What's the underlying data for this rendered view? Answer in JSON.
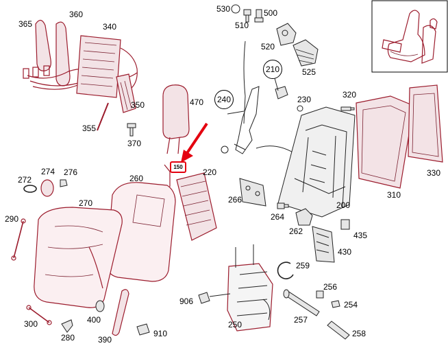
{
  "accent_color": "#e4000f",
  "line_color": "#9b1b2c",
  "highlighted_part": "150",
  "circled_parts": [
    "210",
    "240"
  ],
  "labels": {
    "p530": "530",
    "p500": "500",
    "p510": "510",
    "p520": "520",
    "p525": "525",
    "p365": "365",
    "p360": "360",
    "p340": "340",
    "p350": "350",
    "p355": "355",
    "p370": "370",
    "p470": "470",
    "p230": "230",
    "p320": "320",
    "p200": "200",
    "p310": "310",
    "p330": "330",
    "p220": "220",
    "p266": "266",
    "p264": "264",
    "p262": "262",
    "p435": "435",
    "p430": "430",
    "p272": "272",
    "p274": "274",
    "p276": "276",
    "p260": "260",
    "p270": "270",
    "p290": "290",
    "p259": "259",
    "p256": "256",
    "p254": "254",
    "p257": "257",
    "p258": "258",
    "p906": "906",
    "p250": "250",
    "p400": "400",
    "p300": "300",
    "p280": "280",
    "p390": "390",
    "p910": "910"
  }
}
